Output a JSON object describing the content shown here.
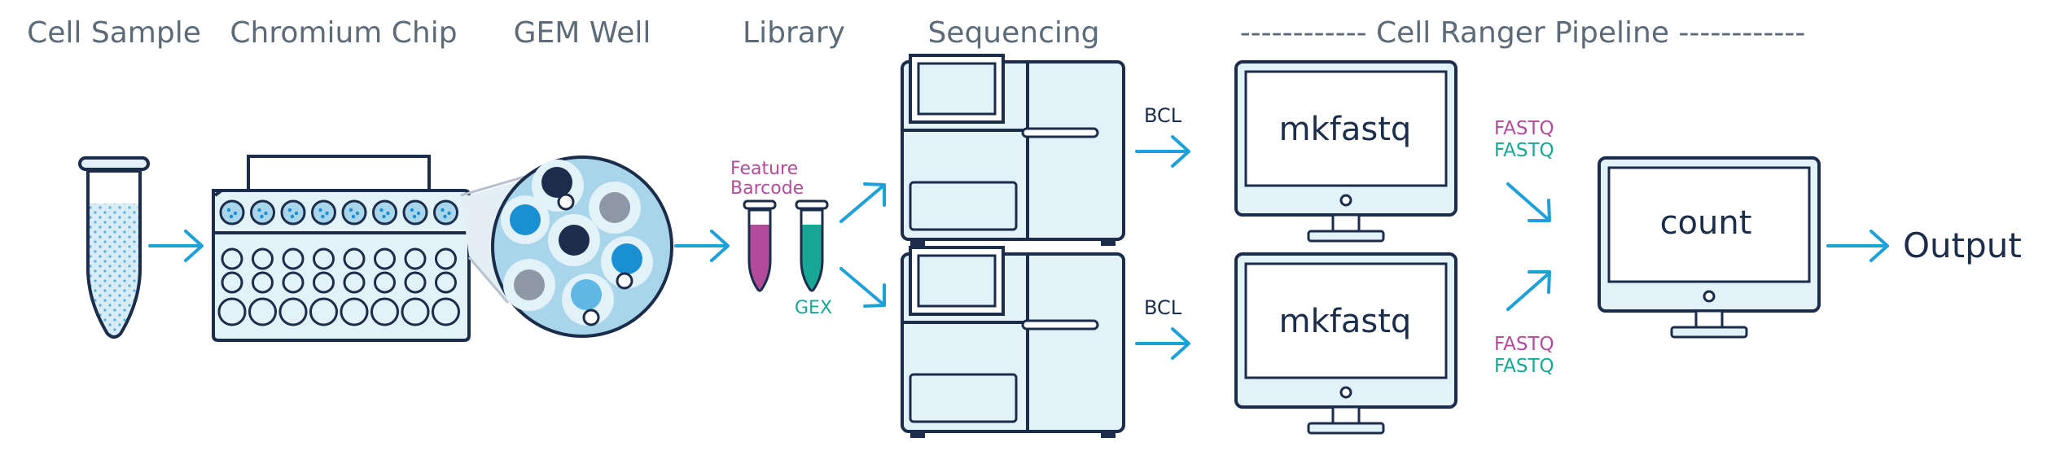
{
  "stages": {
    "cell_sample": "Cell Sample",
    "chromium_chip": "Chromium Chip",
    "gem_well": "GEM Well",
    "library": "Library",
    "sequencing": "Sequencing",
    "pipeline": "------------ Cell Ranger Pipeline ------------"
  },
  "library": {
    "feature_line1": "Feature",
    "feature_line2": "Barcode",
    "gex": "GEX"
  },
  "sequencing": {
    "bcl_top": "BCL",
    "bcl_bottom": "BCL"
  },
  "pipeline": {
    "mkfastq_top": "mkfastq",
    "mkfastq_bottom": "mkfastq",
    "fastq_top_feature": "FASTQ",
    "fastq_top_gex": "FASTQ",
    "fastq_bottom_feature": "FASTQ",
    "fastq_bottom_gex": "FASTQ",
    "count": "count",
    "output": "Output"
  },
  "colors": {
    "outline": "#1b2d4a",
    "fill_light": "#e3f1f8",
    "fill_mid": "#a9d5ea",
    "arrow": "#1ea0d8",
    "feature_barcode": "#b34b9b",
    "gex": "#17a794",
    "label_gray": "#5d6b78",
    "cell_blue": "#1a8fd1",
    "cell_gray": "#8d97a6",
    "cell_navy": "#1b2d4a"
  }
}
